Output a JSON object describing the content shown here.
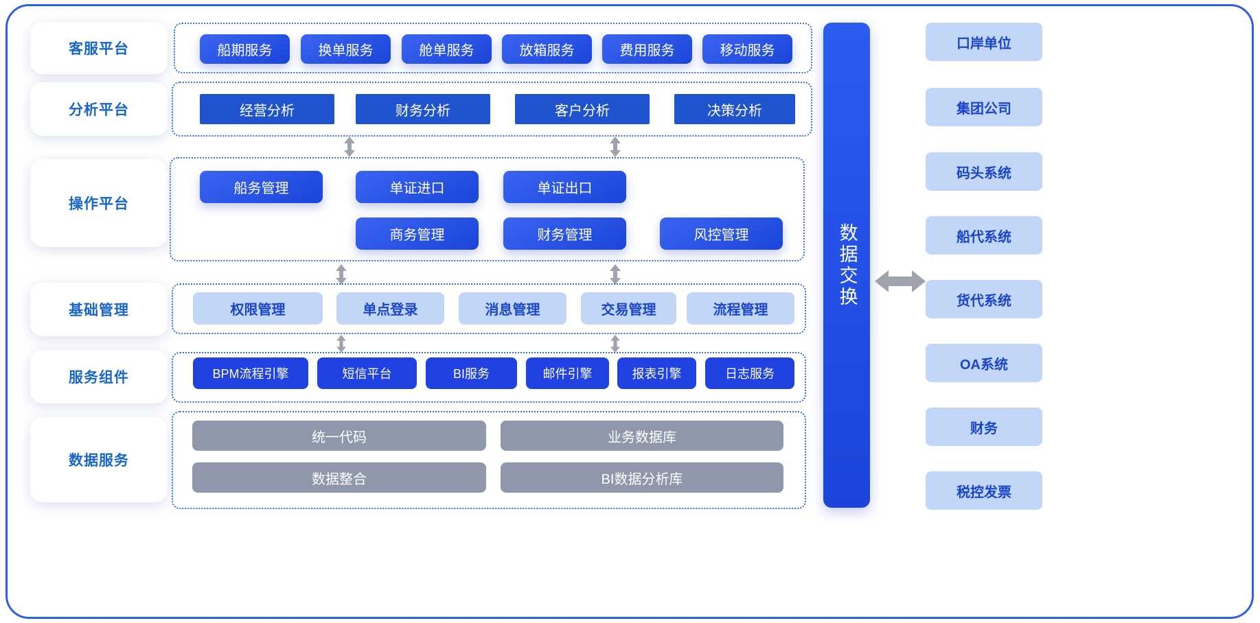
{
  "theme": {
    "frame_border": "#2f5fe0",
    "panel_border": "#2f6fe0",
    "accent_blue": "#1866c8",
    "button_blue": "#1f42e0",
    "light_blue": "#c2d7f7",
    "gray_box": "#8e98aa",
    "arrow_gray": "#9ea3ac",
    "text_white": "#ffffff"
  },
  "left_labels": [
    {
      "label": "客服平台"
    },
    {
      "label": "分析平台"
    },
    {
      "label": "操作平台"
    },
    {
      "label": "基础管理"
    },
    {
      "label": "服务组件"
    },
    {
      "label": "数据服务"
    }
  ],
  "layers": {
    "service_platform": {
      "name": "客服平台",
      "items": [
        {
          "label": "船期服务"
        },
        {
          "label": "换单服务"
        },
        {
          "label": "舱单服务"
        },
        {
          "label": "放箱服务"
        },
        {
          "label": "费用服务"
        },
        {
          "label": "移动服务"
        }
      ]
    },
    "analysis_platform": {
      "name": "分析平台",
      "items": [
        {
          "label": "经营分析"
        },
        {
          "label": "财务分析"
        },
        {
          "label": "客户分析"
        },
        {
          "label": "决策分析"
        }
      ]
    },
    "operation_platform": {
      "name": "操作平台",
      "row1": [
        {
          "label": "船务管理"
        },
        {
          "label": "单证进口"
        },
        {
          "label": "单证出口"
        }
      ],
      "row2": [
        {
          "label": "商务管理"
        },
        {
          "label": "财务管理"
        },
        {
          "label": "风控管理"
        }
      ]
    },
    "basic_management": {
      "name": "基础管理",
      "items": [
        {
          "label": "权限管理"
        },
        {
          "label": "单点登录"
        },
        {
          "label": "消息管理"
        },
        {
          "label": "交易管理"
        },
        {
          "label": "流程管理"
        }
      ]
    },
    "service_components": {
      "name": "服务组件",
      "items": [
        {
          "label": "BPM流程引擎"
        },
        {
          "label": "短信平台"
        },
        {
          "label": "BI服务"
        },
        {
          "label": "邮件引擎"
        },
        {
          "label": "报表引擎"
        },
        {
          "label": "日志服务"
        }
      ]
    },
    "data_services": {
      "name": "数据服务",
      "row1": [
        {
          "label": "统一代码"
        },
        {
          "label": "业务数据库"
        }
      ],
      "row2": [
        {
          "label": "数据整合"
        },
        {
          "label": "BI数据分析库"
        }
      ]
    }
  },
  "data_exchange": {
    "label": "数据交换"
  },
  "external_systems": [
    {
      "label": "口岸单位"
    },
    {
      "label": "集团公司"
    },
    {
      "label": "码头系统"
    },
    {
      "label": "船代系统"
    },
    {
      "label": "货代系统"
    },
    {
      "label": "OA系统"
    },
    {
      "label": "财务"
    },
    {
      "label": "税控发票"
    }
  ]
}
